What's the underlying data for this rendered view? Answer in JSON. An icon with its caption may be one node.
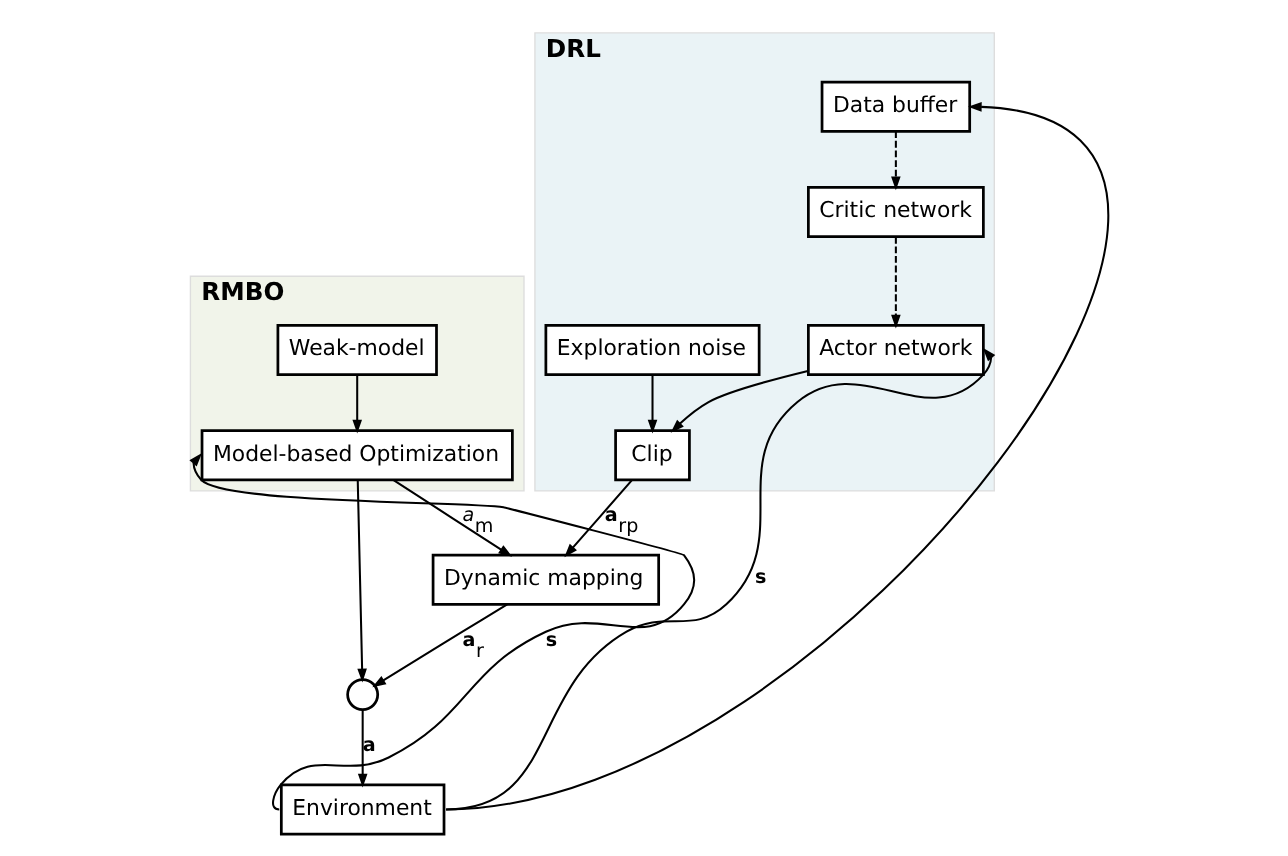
{
  "diagram": {
    "nodes": [
      {
        "text": [
          "RMBO"
        ]
      },
      {
        "text": [
          "Weak-model"
        ],
        "in": 0
      },
      {
        "text": [
          "Model-based Optimization"
        ],
        "in": 0
      },
      {
        "text": [
          "DRL"
        ]
      },
      {
        "text": [
          "Data buffer"
        ],
        "in": 3
      },
      {
        "text": [
          "Critic network"
        ],
        "in": 3
      },
      {
        "text": [
          "Exploration noise"
        ],
        "in": 3
      },
      {
        "text": [
          "Actor network"
        ],
        "in": 3
      },
      {
        "text": [
          "Clip"
        ],
        "in": 3
      },
      {
        "text": [
          "Dynamic mapping"
        ]
      },
      {
        "text": [],
        "shape": "circle"
      },
      {
        "text": [
          "Environment"
        ]
      }
    ],
    "edges": [
      {
        "from": 1,
        "to": 2,
        "arrow": "to"
      },
      {
        "from": 4,
        "to": 5,
        "arrow": "to",
        "style": "dashed"
      },
      {
        "from": 5,
        "to": 7,
        "arrow": "to",
        "style": "dashed"
      },
      {
        "from": 6,
        "to": 8,
        "arrow": "to"
      },
      {
        "from": 7,
        "to": 8,
        "arrow": "to"
      },
      {
        "from": 8,
        "to": 9,
        "arrow": "to",
        "label": "**a**$_{rp}$"
      },
      {
        "from": 2,
        "to": 9,
        "arrow": "to",
        "label": "*a*$_{m}$"
      },
      {
        "from": 2,
        "to": 10,
        "arrow": "to"
      },
      {
        "from": 9,
        "to": 10,
        "arrow": "to",
        "label": "**a**$_{r}$"
      },
      {
        "from": 10,
        "to": 11,
        "arrow": "to",
        "label": "**a**"
      },
      {
        "from": 11,
        "to": 2,
        "arrow": "to",
        "label": "**s**"
      },
      {
        "from": 11,
        "to": 7,
        "arrow": "to",
        "label": "**s**"
      },
      {
        "from": 11,
        "to": 4,
        "arrow": "to"
      }
    ]
  }
}
